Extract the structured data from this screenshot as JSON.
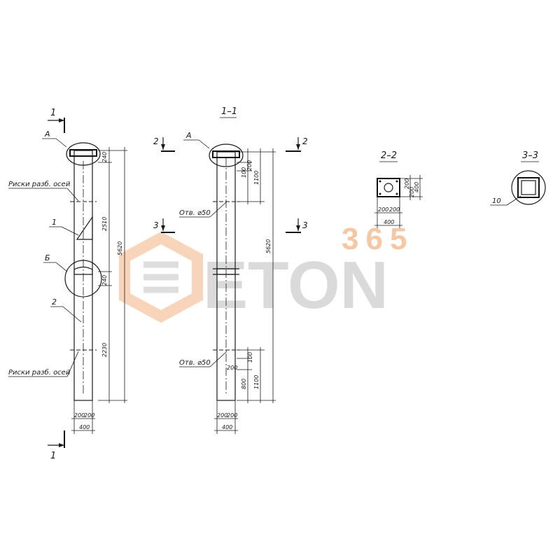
{
  "view_left": {
    "section_mark_top": "1",
    "section_mark_bottom": "1",
    "label_A": "А",
    "label_B": "Б",
    "label_1": "1",
    "label_2": "2",
    "risk_top": "Риски разб. осей",
    "risk_bottom": "Риски разб. осей",
    "dim_240_top": "240",
    "dim_2510": "2510",
    "dim_240_mid": "240",
    "dim_2230": "2230",
    "dim_5620": "5620",
    "dim_200a": "200",
    "dim_200b": "200",
    "dim_400": "400"
  },
  "view_section": {
    "title": "1–1",
    "label_A": "А",
    "mark_2_left": "2",
    "mark_2_right": "2",
    "mark_3_left": "3",
    "mark_3_right": "3",
    "hole_top": "Отв. ⌀50",
    "hole_bottom": "Отв. ⌀50",
    "dim_100": "100",
    "dim_200_top": "200",
    "dim_1100_top": "1100",
    "dim_5620": "5620",
    "dim_200_mid": "200",
    "dim_100_bottom": "100",
    "dim_200_bottom": "200",
    "dim_800": "800",
    "dim_1100_bottom": "1100",
    "dim_200a": "200",
    "dim_200b": "200",
    "dim_400": "400"
  },
  "view_2_2": {
    "title": "2–2",
    "dim_200a": "200",
    "dim_200b": "200",
    "dim_400": "400",
    "dim_200_v": "200",
    "dim_200_v2": "200",
    "dim_400_v": "400"
  },
  "view_3_3": {
    "title": "3–3",
    "label_10": "10"
  },
  "watermark": {
    "number": "365",
    "word": "ETON",
    "color_orange": "#f6c7a3",
    "color_gray": "#d4d4d4"
  }
}
